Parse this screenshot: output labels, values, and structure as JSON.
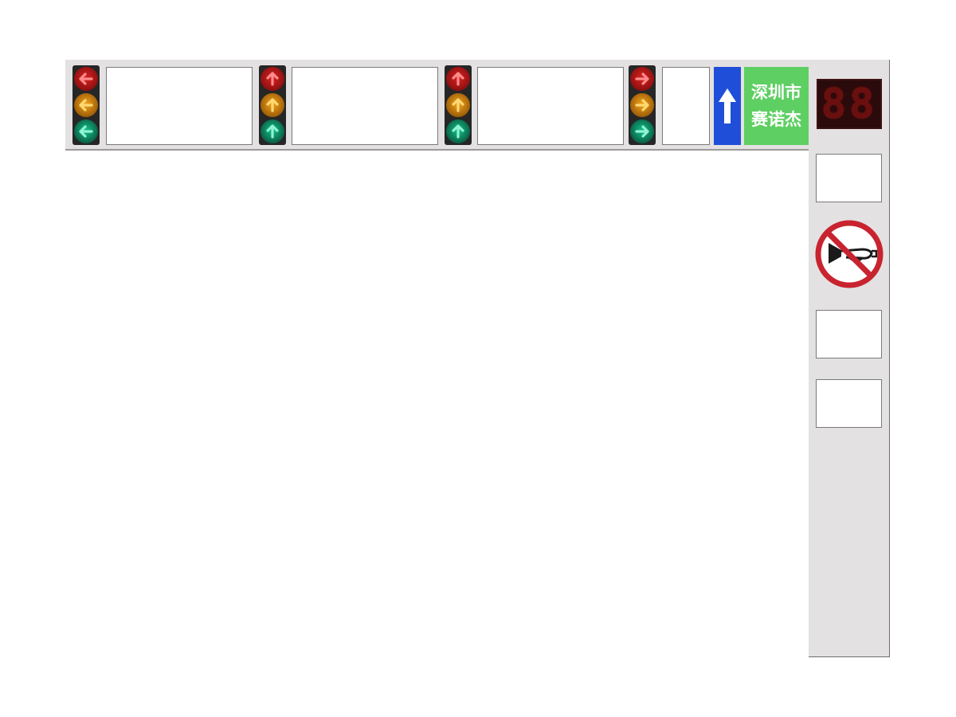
{
  "gantry": {
    "signal_heads": [
      {
        "direction": "left",
        "lamps": [
          "red",
          "yellow",
          "green"
        ]
      },
      {
        "direction": "up",
        "lamps": [
          "red",
          "yellow",
          "green"
        ]
      },
      {
        "direction": "up",
        "lamps": [
          "red",
          "yellow",
          "green"
        ]
      },
      {
        "direction": "right",
        "lamps": [
          "red",
          "yellow",
          "green"
        ]
      }
    ],
    "direction_sign": {
      "icon": "arrow-up-icon",
      "color": "#1f4fd8"
    },
    "text_sign": {
      "line1": "深圳市",
      "line2": "赛诺杰",
      "color": "#5ecf62"
    }
  },
  "pole": {
    "countdown": {
      "value": "88"
    },
    "prohibition_sign": {
      "icon": "no-horn-icon"
    }
  },
  "colors": {
    "red": "#d82222",
    "yellow": "#f2a51c",
    "green": "#12c38a",
    "structure": "#e3e1e2"
  }
}
